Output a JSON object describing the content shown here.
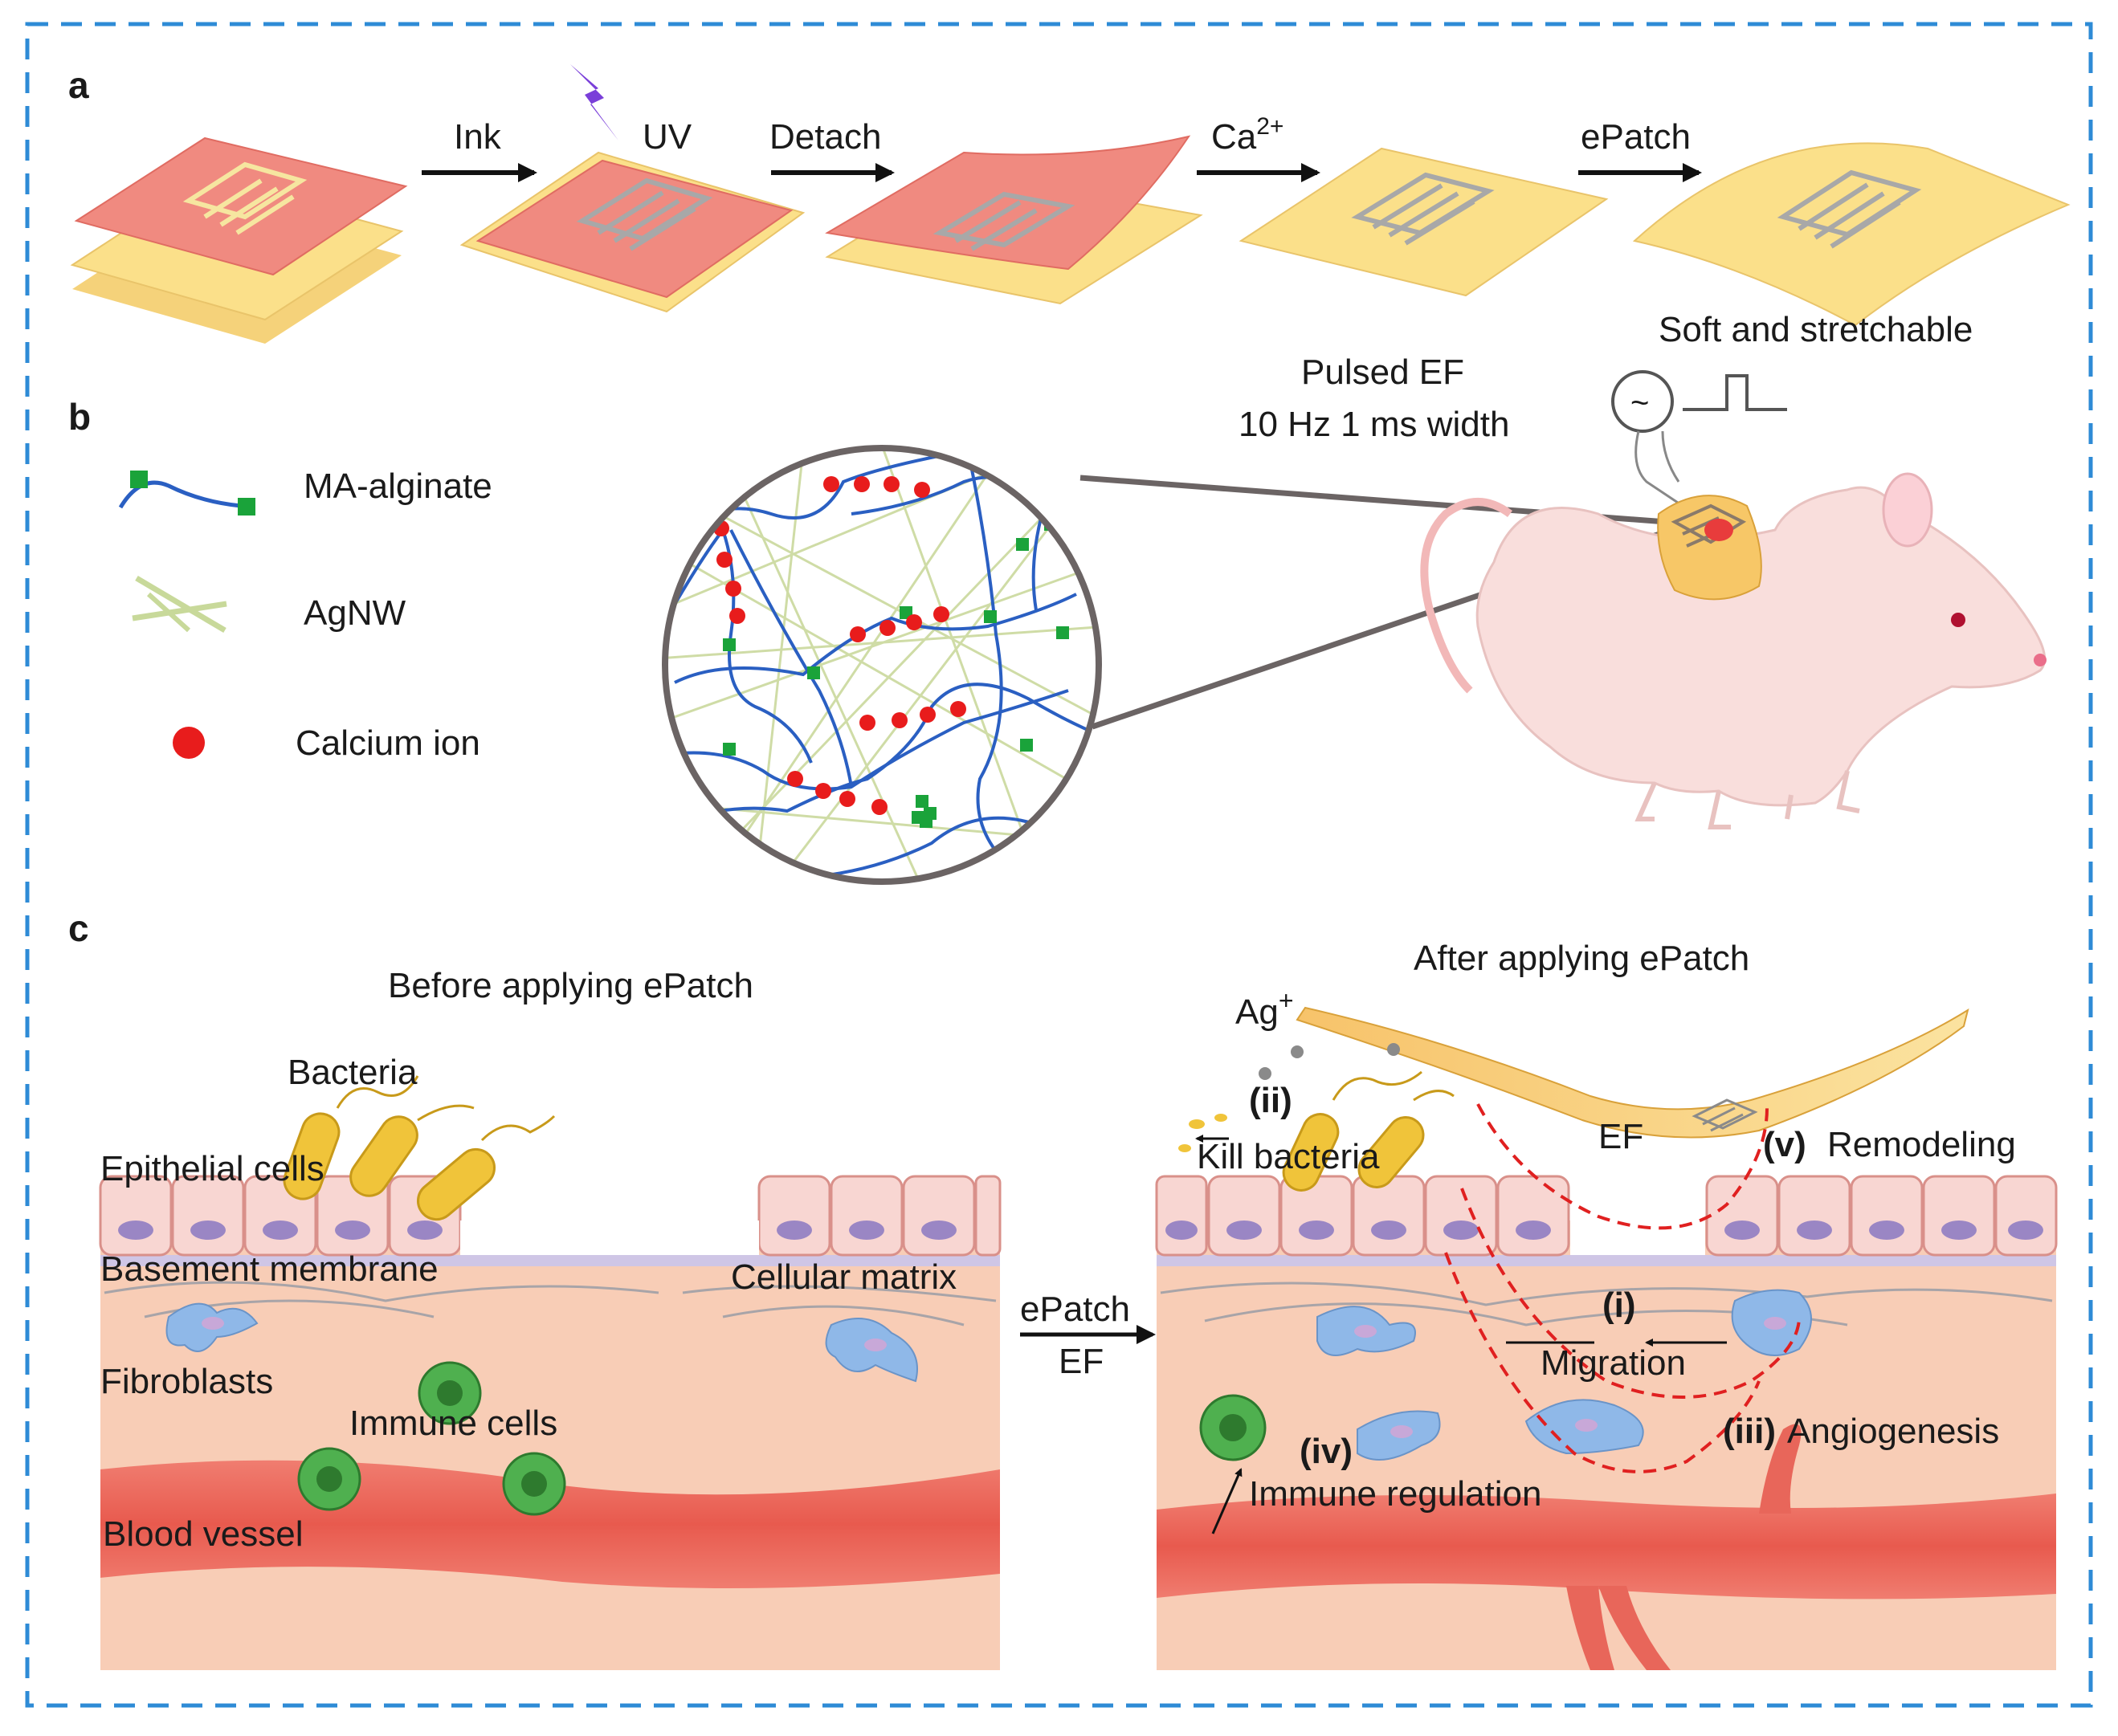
{
  "panel_a": {
    "letter": "a",
    "steps": [
      "Ink",
      "UV",
      "Detach",
      "Ca",
      "ePatch"
    ],
    "ca_superscript": "2+",
    "caption_right": "Soft and stretchable"
  },
  "panel_b": {
    "letter": "b",
    "legend": [
      "MA-alginate",
      "AgNW",
      "Calcium ion"
    ],
    "pulse_line1": "Pulsed EF",
    "pulse_line2": "10 Hz 1 ms width",
    "tilde": "~"
  },
  "panel_c": {
    "letter": "c",
    "before_title": "Before applying ePatch",
    "after_title": "After applying ePatch",
    "before_labels": {
      "bacteria": "Bacteria",
      "epithelial": "Epithelial cells",
      "basement": "Basement membrane",
      "matrix": "Cellular matrix",
      "fibroblasts": "Fibroblasts",
      "immune": "Immune cells",
      "blood": "Blood vessel"
    },
    "arrow_top": "ePatch",
    "arrow_bottom": "EF",
    "after_labels": {
      "ag": "Ag",
      "ag_sup": "+",
      "ii": "(ii)",
      "kill": "Kill bacteria",
      "ef": "EF",
      "v": "(v)",
      "remodeling": "Remodeling",
      "i": "(i)",
      "migration": "Migration",
      "iv": "(iv)",
      "iii": "(iii)",
      "angiogenesis": "Angiogenesis",
      "immune_reg": "Immune regulation"
    }
  },
  "colors": {
    "frame": "#2e8bd6",
    "patch_red": "#f08a80",
    "patch_yellow": "#fbe08a",
    "electrode": "#a8a8a8",
    "uv_bolt": "#7a3fd9",
    "alginate": "#2a5fc2",
    "crosslink": "#1aa33a",
    "agnw": "#c8d99a",
    "calcium": "#e81c1c",
    "tissue": "#f8cdb6",
    "vessel": "#e8665a",
    "epithelial": "#f8d6d2",
    "nucleus": "#9a86c4",
    "immune_cell": "#4fb04f",
    "fibroblast": "#8fb8e8",
    "bacteria": "#f0c43a",
    "dashed_red": "#e02020"
  }
}
